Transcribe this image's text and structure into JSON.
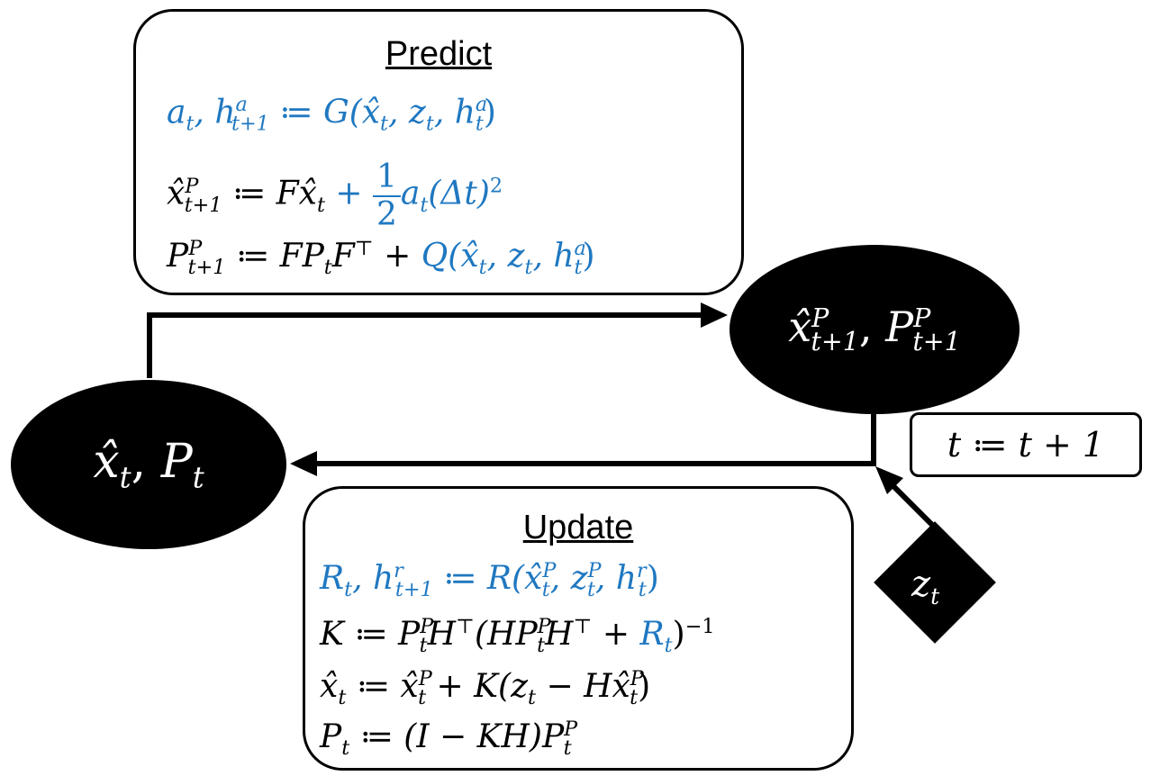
{
  "predict": {
    "title": "Predict",
    "line1": {
      "lhs": "a",
      "sub_t": "t",
      "h": "h",
      "h_sup": "a",
      "h_sub": "t+1",
      "assign": " ≔ ",
      "rhs": "G(x̂",
      "args": ", z",
      "args2": ", h",
      "args2_sup": "a",
      "close": ")"
    },
    "line2": {
      "lhs": "x̂",
      "sup": "P",
      "sub": "t+1",
      "assign": " ≔ ",
      "term1": "Fx̂",
      "plus": " + ",
      "num": "1",
      "den": "2",
      "a": "a",
      "tail": "(Δt)",
      "pow": "2"
    },
    "line3": {
      "lhs": "P",
      "sup": "P",
      "sub": "t+1",
      "assign": " ≔ ",
      "term1": "FP",
      "term1b": "F",
      "transpose": "⊤",
      "plus": " + ",
      "q": "Q(x̂",
      "args": ", z",
      "args2": ", h",
      "args2_sup": "a",
      "close": ")"
    }
  },
  "update": {
    "title": "Update",
    "line1": {
      "lhs": "R",
      "h": "h",
      "h_sup": "r",
      "h_sub": "t+1",
      "assign": " ≔ ",
      "rhs": "R(x̂",
      "sup": "P",
      "args": ", z",
      "args2": ", h",
      "args2_sup": "r",
      "close": ")"
    },
    "line2": {
      "lhs": "K",
      "assign": " ≔ ",
      "p": "P",
      "sup": "P",
      "h": "H",
      "transpose": "⊤",
      "open": "(HP",
      "htail": "H",
      "plus": " + ",
      "r": "R",
      "close": ")",
      "pow": "−1"
    },
    "line3": {
      "lhs": "x̂",
      "assign": " ≔ ",
      "x": "x̂",
      "sup": "P",
      "plus": " + ",
      "k": "K(z",
      "minus": " − ",
      "hx": "Hx̂",
      "close": ")"
    },
    "line4": {
      "lhs": "P",
      "assign": " ≔ ",
      "rhs": "(I − KH)P",
      "sup": "P"
    }
  },
  "nodes": {
    "left": {
      "x": "x̂",
      "sep": ", ",
      "p": "P",
      "sub": "t"
    },
    "right": {
      "x": "x̂",
      "sup": "P",
      "sub": "t+1",
      "sep": ", ",
      "p": "P"
    },
    "z": {
      "z": "z",
      "sub": "t"
    }
  },
  "increment": "t ≔ t + 1",
  "colors": {
    "accent": "#1f78c1",
    "node": "#000000"
  }
}
